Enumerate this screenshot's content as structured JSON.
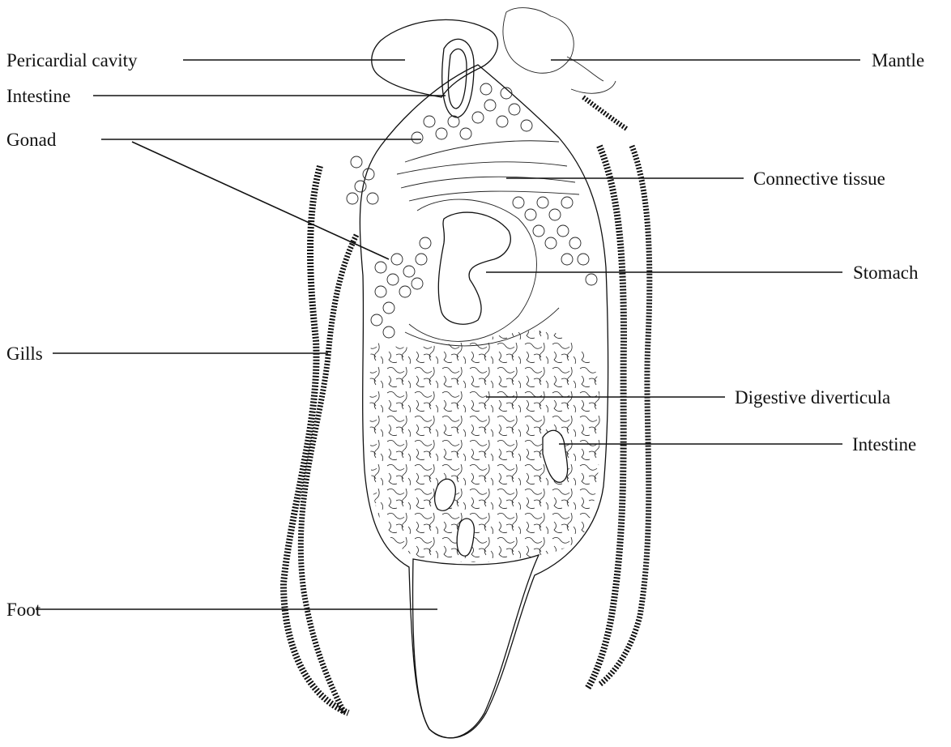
{
  "labels": {
    "pericardial_cavity": "Pericardial cavity",
    "intestine_top": "Intestine",
    "gonad": "Gonad",
    "gills": "Gills",
    "foot": "Foot",
    "mantle": "Mantle",
    "connective_tissue": "Connective tissue",
    "stomach": "Stomach",
    "digestive_diverticula": "Digestive diverticula",
    "intestine_right": "Intestine"
  },
  "colors": {
    "ink": "#111111",
    "background": "#ffffff"
  }
}
